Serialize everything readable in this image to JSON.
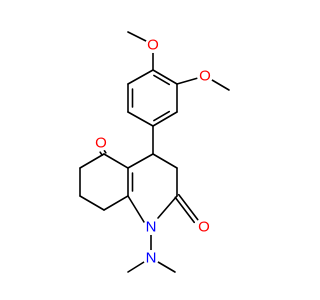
{
  "molecule": {
    "colors": {
      "bond": "#000000",
      "oxygen": "#ff0000",
      "nitrogen": "#0000ff",
      "background": "#ffffff"
    },
    "atom_labels": {
      "o_methoxy_top": "O",
      "o_methoxy_right": "O",
      "o_ketone_5": "O",
      "o_ketone_2": "O",
      "n_ring_1": "N",
      "n_dimethylamino": "N"
    }
  }
}
